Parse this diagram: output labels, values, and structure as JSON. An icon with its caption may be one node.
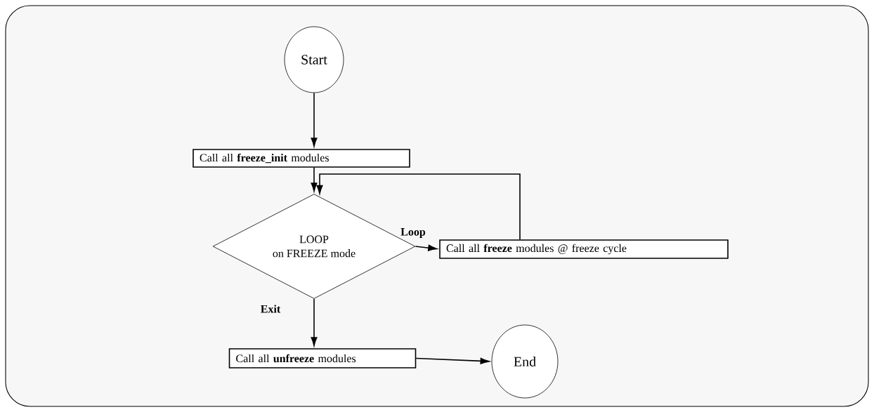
{
  "diagram": {
    "nodes": [
      {
        "text": [
          "Start"
        ]
      },
      {
        "text": [
          "Call all **freeze_init** modules"
        ]
      },
      {
        "text": [
          "LOOP",
          "on FREEZE mode"
        ]
      },
      {
        "text": [
          "Call all **freeze** modules @ freeze cycle"
        ]
      },
      {
        "text": [
          "Call all **unfreeze** modules"
        ]
      },
      {
        "text": [
          "End"
        ]
      }
    ],
    "edges": [
      {
        "from": 0,
        "to": 1,
        "arrow": "to"
      },
      {
        "from": 1,
        "to": 2,
        "arrow": "to"
      },
      {
        "from": 2,
        "to": 3,
        "arrow": "to",
        "label": "Loop"
      },
      {
        "from": 3,
        "to": 2,
        "arrow": "to"
      },
      {
        "from": 2,
        "to": 4,
        "arrow": "to",
        "label": "Exit"
      },
      {
        "from": 4,
        "to": 5,
        "arrow": "to"
      }
    ]
  }
}
